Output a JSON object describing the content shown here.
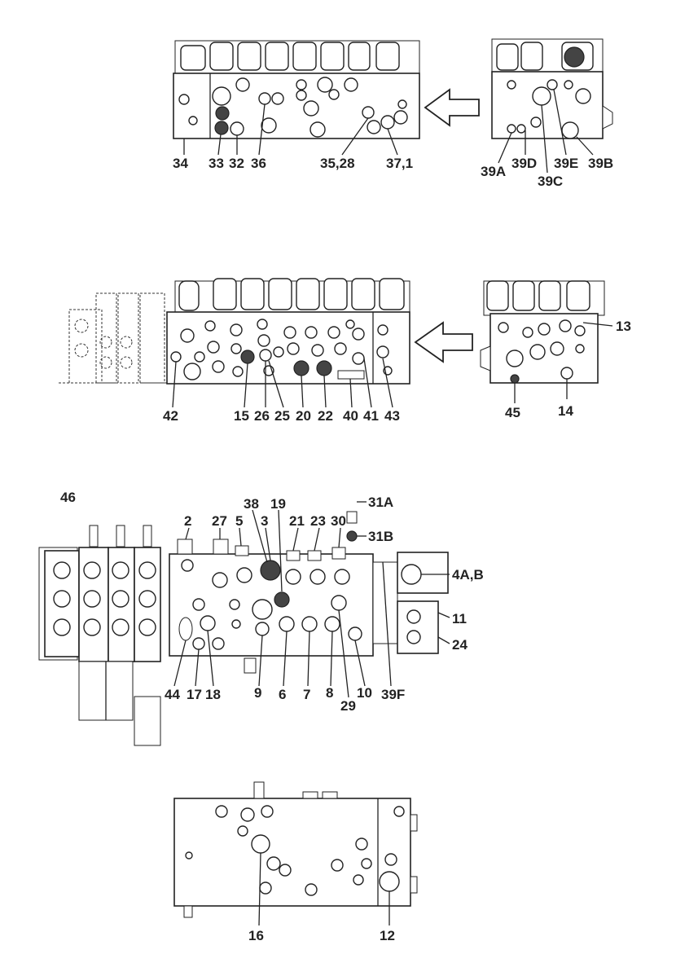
{
  "labels": {
    "v1": {
      "l34": "34",
      "l33": "33",
      "l32": "32",
      "l36": "36",
      "l3528": "35,28",
      "l371": "37,1",
      "l39A": "39A",
      "l39D": "39D",
      "l39E": "39E",
      "l39B": "39B",
      "l39C": "39C"
    },
    "v2": {
      "l13": "13",
      "l42": "42",
      "l15": "15",
      "l26": "26",
      "l25": "25",
      "l20": "20",
      "l22": "22",
      "l40": "40",
      "l41": "41",
      "l43": "43",
      "l45": "45",
      "l14": "14"
    },
    "v3": {
      "l46": "46",
      "l2": "2",
      "l27": "27",
      "l5": "5",
      "l38": "38",
      "l3": "3",
      "l19": "19",
      "l21": "21",
      "l23": "23",
      "l30": "30",
      "l31A": "31A",
      "l31B": "31B",
      "l4AB": "4A,B",
      "l11": "11",
      "l24": "24",
      "l44": "44",
      "l17": "17",
      "l18": "18",
      "l9": "9",
      "l6": "6",
      "l7": "7",
      "l8": "8",
      "l29": "29",
      "l10": "10",
      "l39F": "39F"
    },
    "v4": {
      "l16": "16",
      "l12": "12"
    }
  }
}
